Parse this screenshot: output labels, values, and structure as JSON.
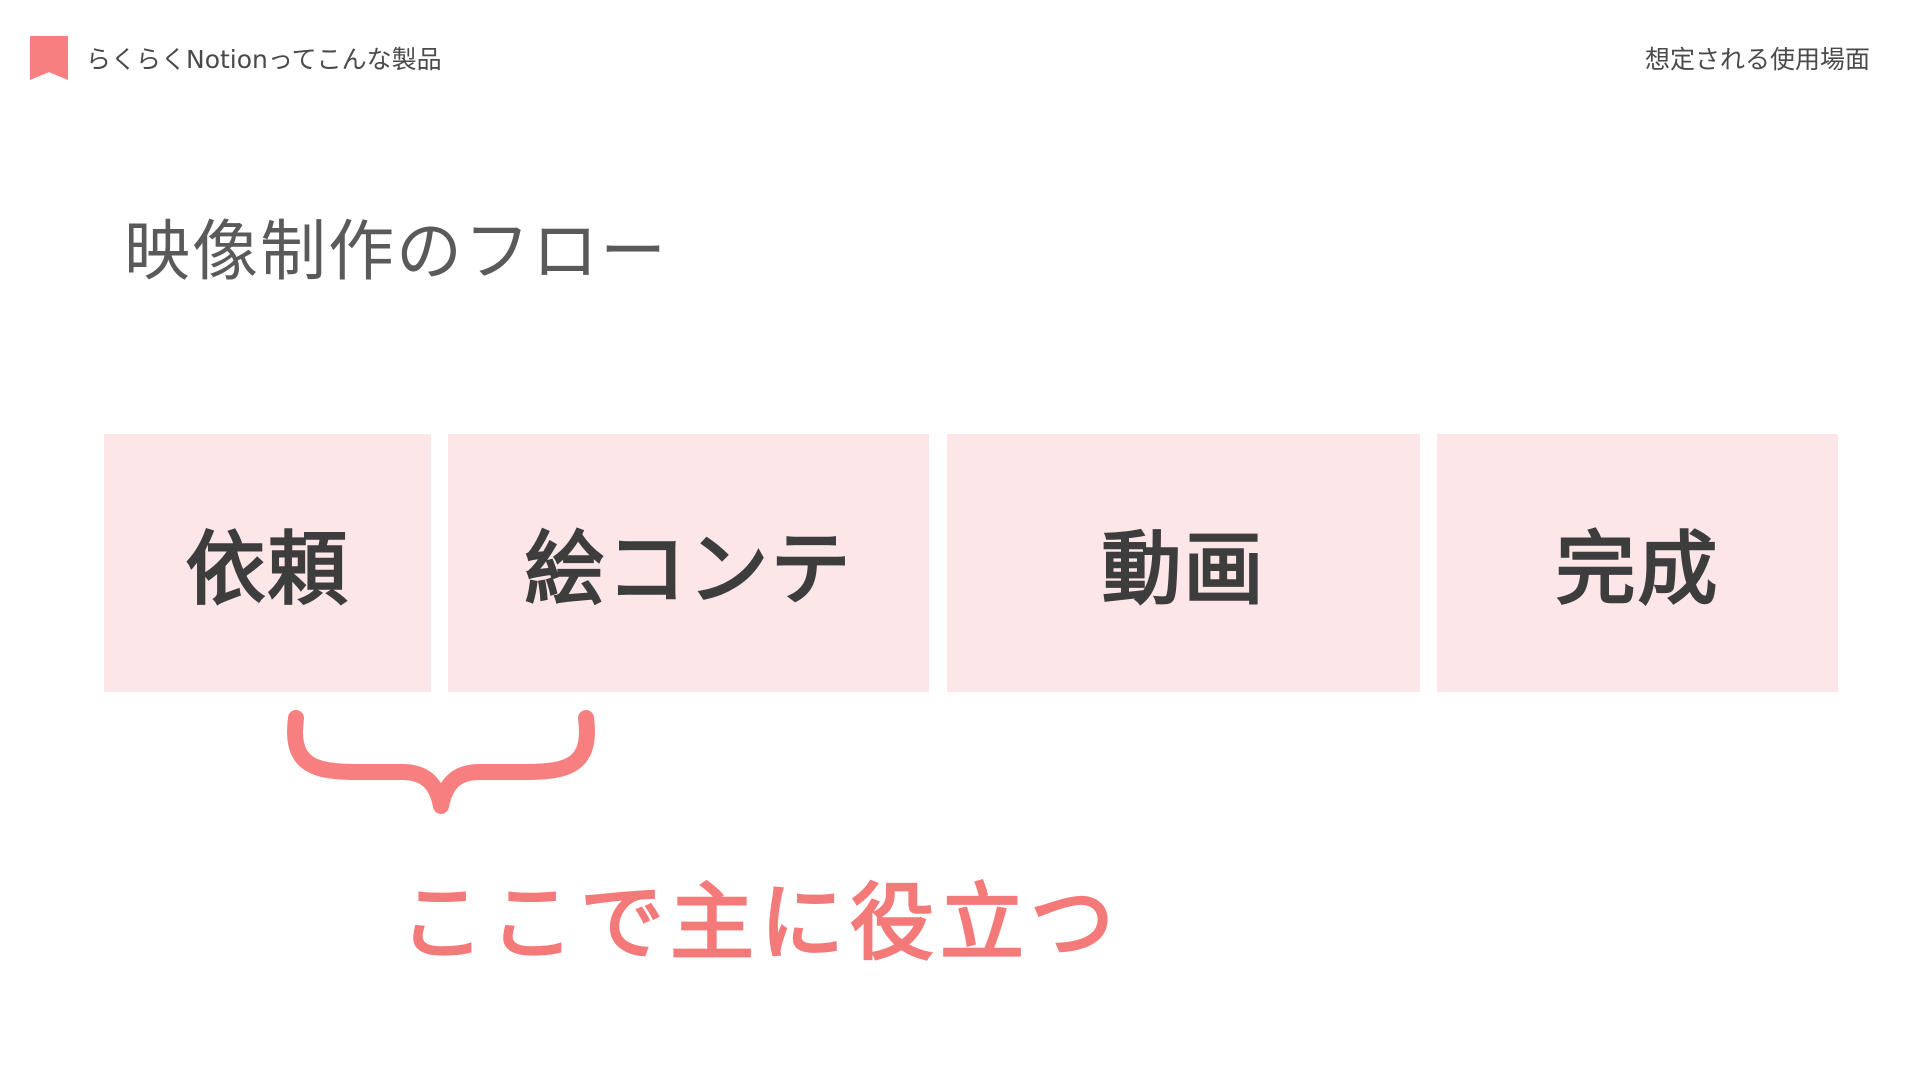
{
  "header": {
    "section": "らくらくNotionってこんな製品",
    "topic": "想定される使用場面"
  },
  "title": "映像制作のフロー",
  "flow": {
    "steps": [
      "依頼",
      "絵コンテ",
      "動画",
      "完成"
    ]
  },
  "annotation": {
    "text": "ここで主に役立つ"
  },
  "colors": {
    "accent": "#f87f7f",
    "step_bg": "#fde6e8",
    "annotation": "#f47a7a",
    "text": "#4a4a4a"
  }
}
